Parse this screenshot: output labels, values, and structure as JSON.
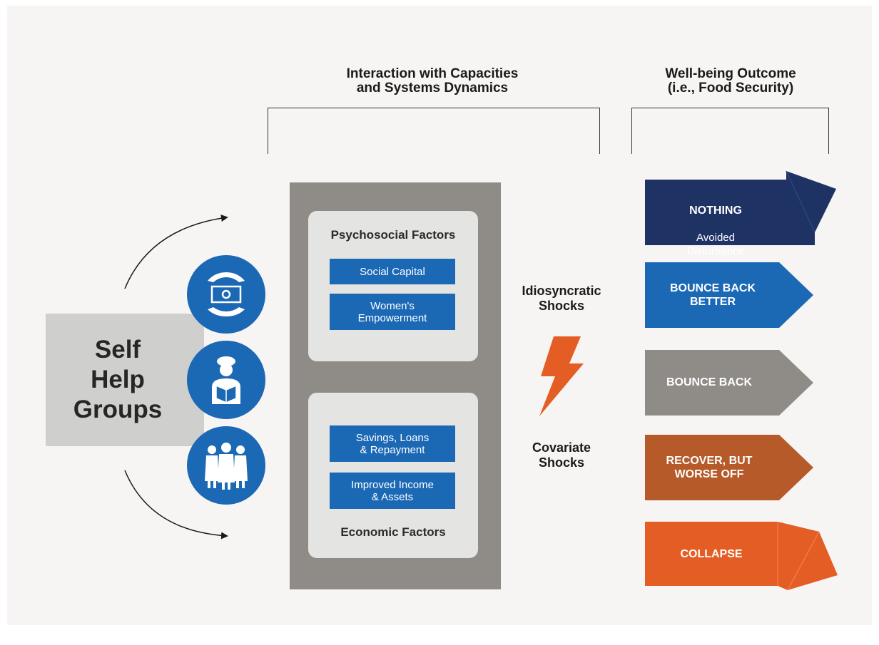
{
  "headers": {
    "interaction": "Interaction with Capacities\nand Systems Dynamics",
    "outcome": "Well-being Outcome\n(i.e., Food Security)"
  },
  "shg": {
    "label": "Self\nHelp\nGroups"
  },
  "icons": [
    "money-in-hands-icon",
    "reading-person-icon",
    "women-group-icon"
  ],
  "factors": {
    "psychosocial": {
      "title": "Psychosocial Factors",
      "items": [
        "Social Capital",
        "Women's\nEmpowerment"
      ]
    },
    "economic": {
      "title": "Economic Factors",
      "items": [
        "Savings, Loans\n& Repayment",
        "Improved Income\n& Assets"
      ]
    }
  },
  "shocks": {
    "idiosyncratic": "Idiosyncratic\nShocks",
    "covariate": "Covariate\nShocks"
  },
  "outcomes": [
    {
      "title": "NOTHING",
      "subtitle": "Avoided\nDisturbance",
      "color": "#1f3264"
    },
    {
      "title": "BOUNCE BACK\nBETTER",
      "subtitle": "",
      "color": "#1b68b5"
    },
    {
      "title": "BOUNCE BACK",
      "subtitle": "",
      "color": "#8f8b86"
    },
    {
      "title": "RECOVER, BUT\nWORSE OFF",
      "subtitle": "",
      "color": "#b65a2a"
    },
    {
      "title": "COLLAPSE",
      "subtitle": "",
      "color": "#e45d24"
    }
  ],
  "colors": {
    "blue": "#1b68b5",
    "navy": "#1f3264",
    "grey": "#8f8b86",
    "rust": "#b65a2a",
    "orange": "#e45d24"
  }
}
